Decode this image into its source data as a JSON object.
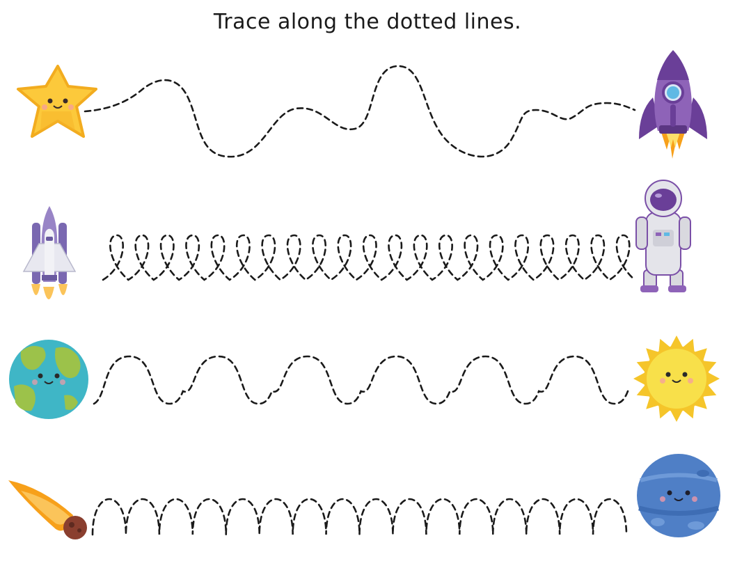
{
  "worksheet": {
    "instruction": "Trace along the dotted lines."
  },
  "rows": [
    {
      "id": "row-1",
      "left_icon": "star-icon",
      "right_icon": "rocket-icon",
      "pattern": "free-wave"
    },
    {
      "id": "row-2",
      "left_icon": "space-shuttle-icon",
      "right_icon": "astronaut-icon",
      "pattern": "loops",
      "repeat_count": 21
    },
    {
      "id": "row-3",
      "left_icon": "earth-icon",
      "right_icon": "sun-icon",
      "pattern": "smooth-wave",
      "repeat_count": 6
    },
    {
      "id": "row-4",
      "left_icon": "comet-icon",
      "right_icon": "neptune-planet-icon",
      "pattern": "arches",
      "repeat_count": 16
    }
  ],
  "colors": {
    "line": "#1a1a1a",
    "star": "#fcc93b",
    "rocket": "#7a4fa7",
    "earth_ocean": "#3fb6c6",
    "earth_land": "#9cc24a",
    "sun": "#f8e04a",
    "planet": "#4f7fc6",
    "comet_fire": "#f7a01a"
  }
}
